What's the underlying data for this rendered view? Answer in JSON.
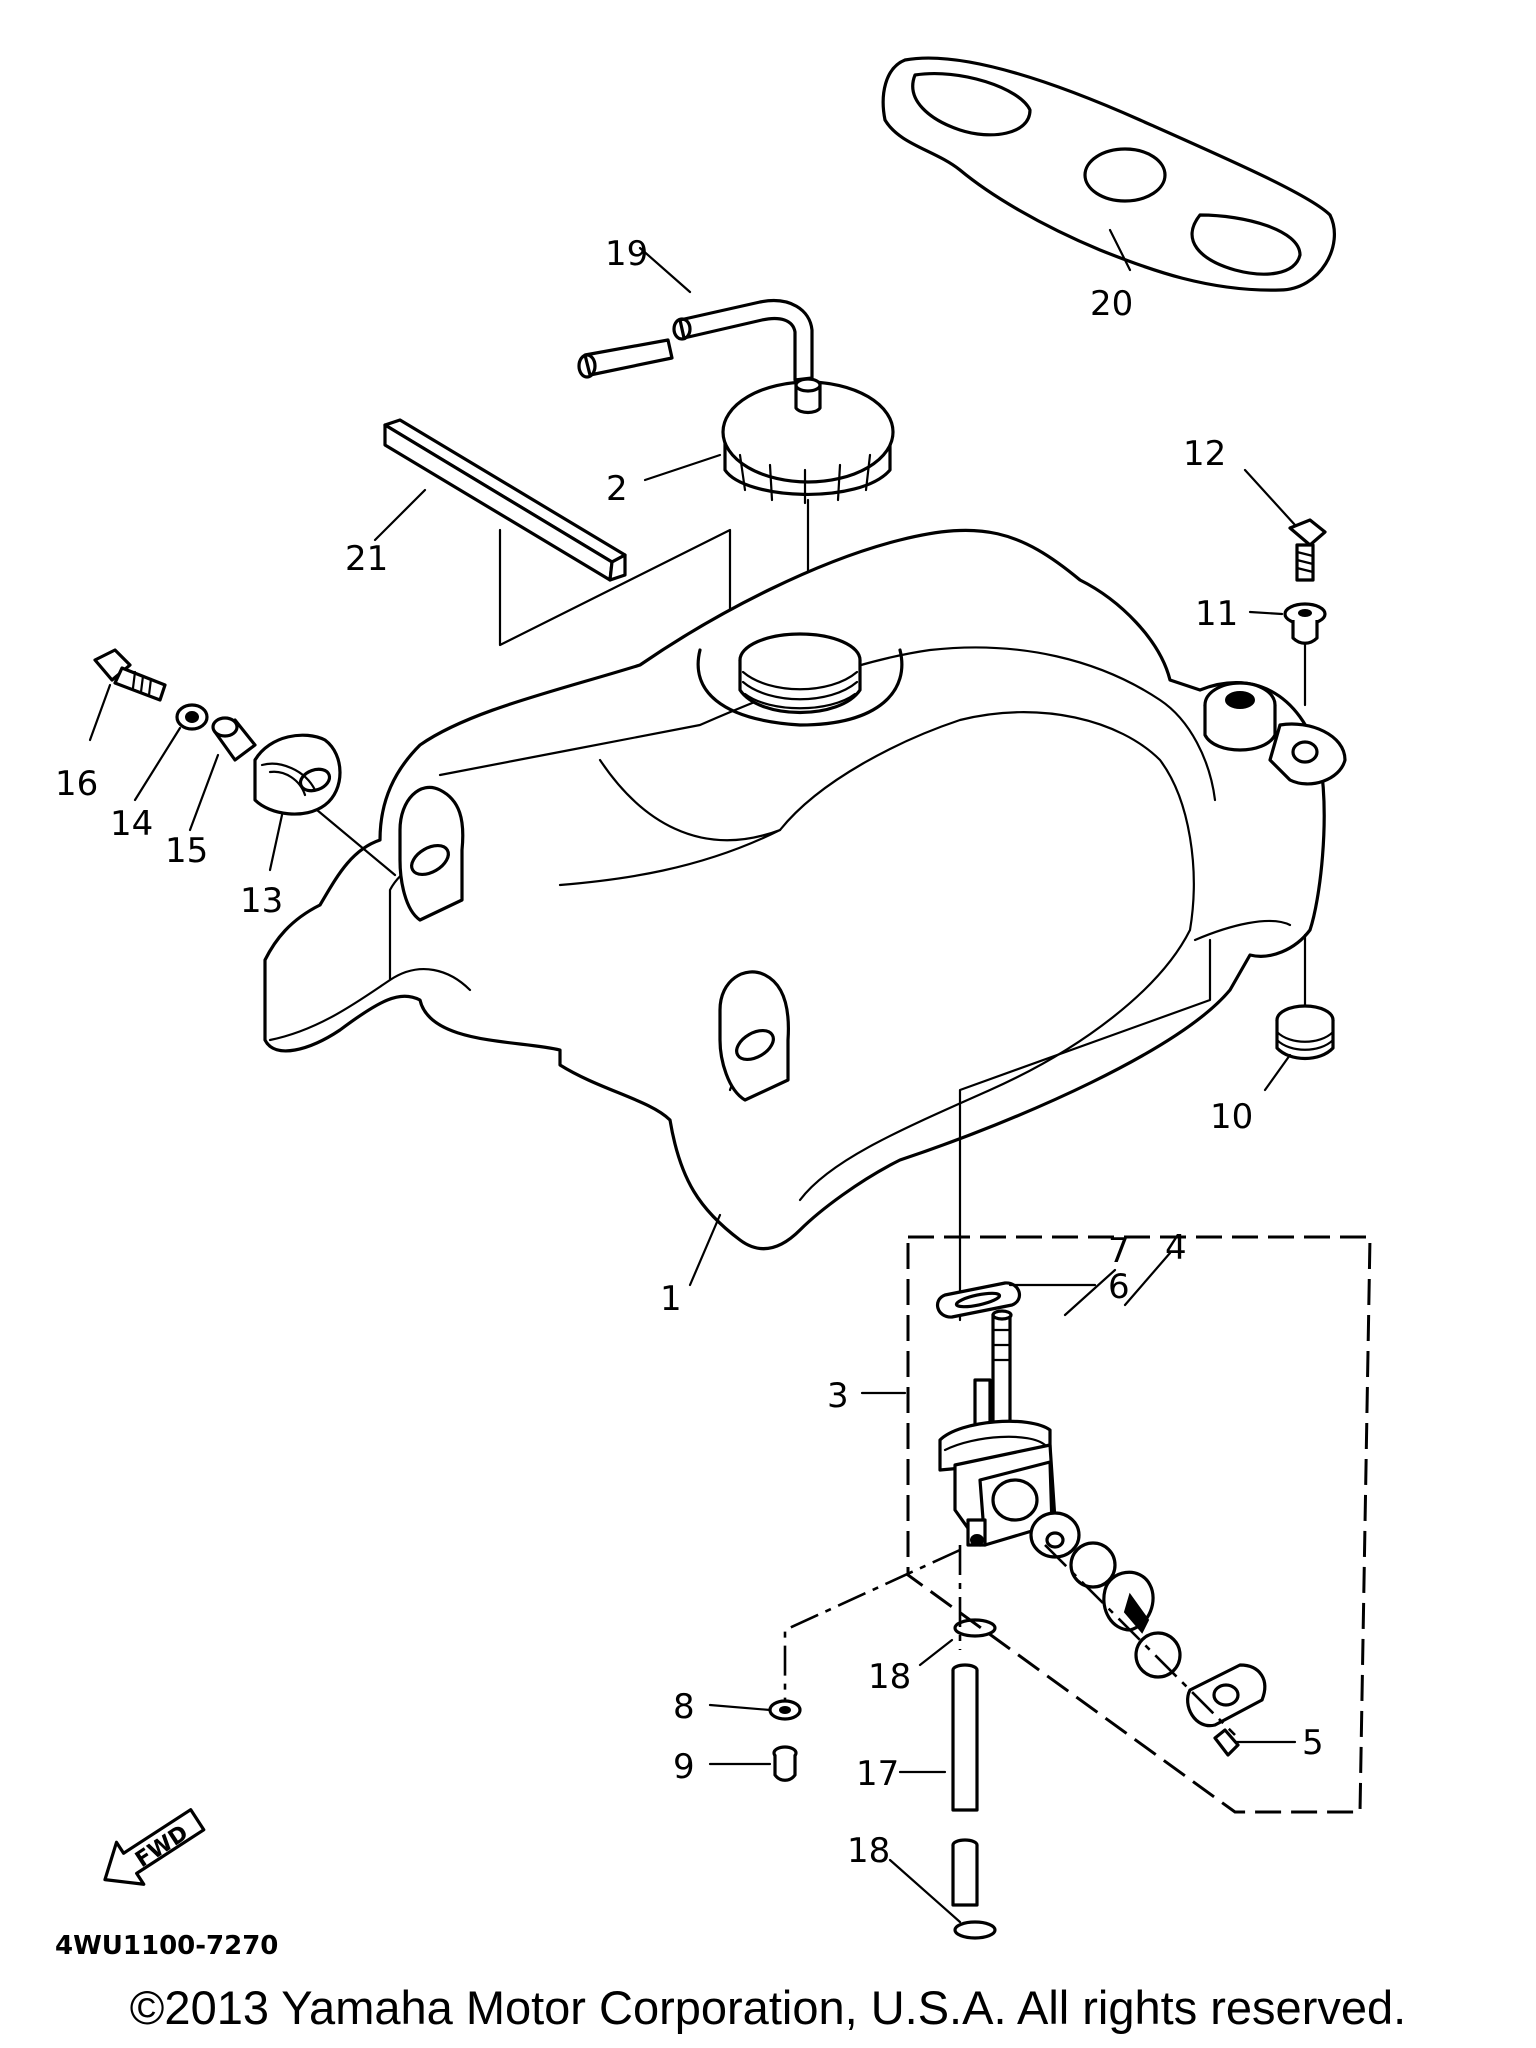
{
  "diagram": {
    "callouts": [
      "1",
      "2",
      "3",
      "4",
      "5",
      "6",
      "7",
      "8",
      "9",
      "10",
      "11",
      "12",
      "13",
      "14",
      "15",
      "16",
      "17",
      "18",
      "18",
      "19",
      "20",
      "21"
    ],
    "fwd_label": "FWD",
    "part_code": "4WU1100-7270"
  },
  "footer": {
    "copyright": "©2013 Yamaha Motor Corporation, U.S.A. All rights reserved."
  }
}
